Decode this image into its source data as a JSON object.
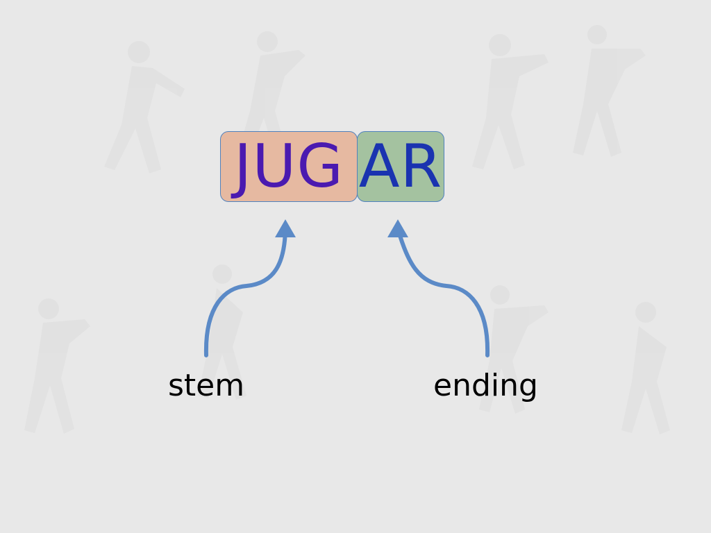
{
  "word": {
    "stem": "JUG",
    "ending": "AR",
    "stem_color": "#4a1ab0",
    "ending_color": "#1a33b0",
    "stem_box_color": "#e6b9a1",
    "ending_box_color": "#a4c2a0"
  },
  "labels": {
    "stem": "stem",
    "ending": "ending"
  },
  "arrow_color": "#5b8ac7",
  "background": {
    "color": "#e8e8e8",
    "watermark": "faint silhouettes of people playing sports"
  }
}
